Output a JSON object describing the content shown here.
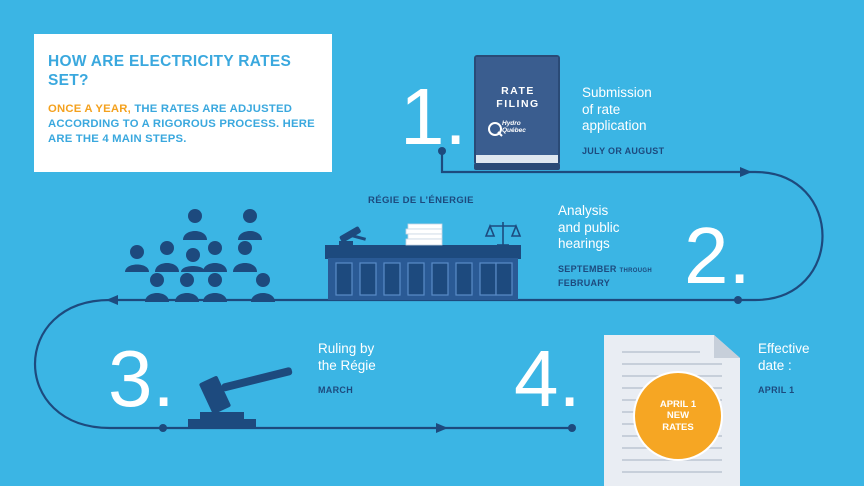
{
  "intro": {
    "title": "HOW ARE ELECTRICITY RATES SET?",
    "highlight": "ONCE A YEAR,",
    "text": "THE RATES ARE ADJUSTED ACCORDING TO A RIGOROUS PROCESS. HERE ARE THE 4 MAIN STEPS."
  },
  "steps": [
    {
      "number": "1.",
      "line1": "Submission",
      "line2": "of rate",
      "line3": "application",
      "date": "JULY OR AUGUST"
    },
    {
      "number": "2.",
      "line1": "Analysis",
      "line2": "and public",
      "line3": "hearings",
      "date_a": "SEPTEMBER",
      "date_b": "THROUGH",
      "date_c": "FEBRUARY"
    },
    {
      "number": "3.",
      "line1": "Ruling by",
      "line2": "the Régie",
      "date": "MARCH"
    },
    {
      "number": "4.",
      "line1": "Effective",
      "line2": "date :",
      "date": "APRIL 1"
    }
  ],
  "binder": {
    "line1": "RATE",
    "line2": "FILING",
    "brand1": "Hydro",
    "brand2": "Québec"
  },
  "regie": {
    "label": "RÉGIE DE L’ÉNERGIE"
  },
  "badge": {
    "line1": "APRIL 1",
    "line2": "NEW",
    "line3": "RATES"
  },
  "colors": {
    "background": "#3bb5e4",
    "dark_blue": "#1d4a7e",
    "accent_orange": "#f4a11e",
    "white": "#ffffff"
  }
}
